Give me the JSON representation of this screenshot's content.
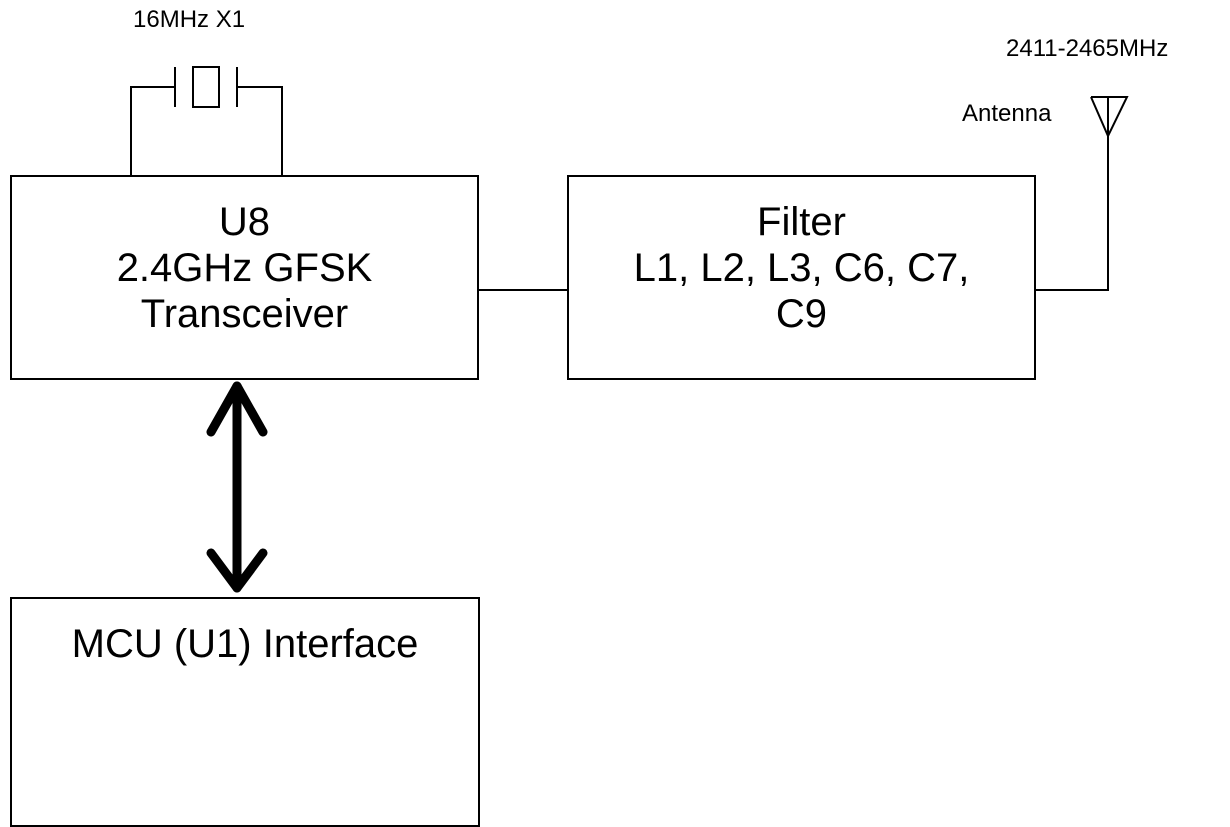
{
  "crystal": {
    "label": "16MHz X1"
  },
  "transceiver": {
    "lines": [
      "U8",
      "2.4GHz GFSK",
      "Transceiver"
    ]
  },
  "filter": {
    "lines": [
      "Filter",
      "L1, L2, L3, C6, C7,",
      "C9"
    ]
  },
  "antenna": {
    "label": "Antenna",
    "frequency": "2411-2465MHz"
  },
  "mcu": {
    "label": "MCU (U1) Interface"
  },
  "colors": {
    "line": "#000000",
    "background": "#ffffff"
  }
}
